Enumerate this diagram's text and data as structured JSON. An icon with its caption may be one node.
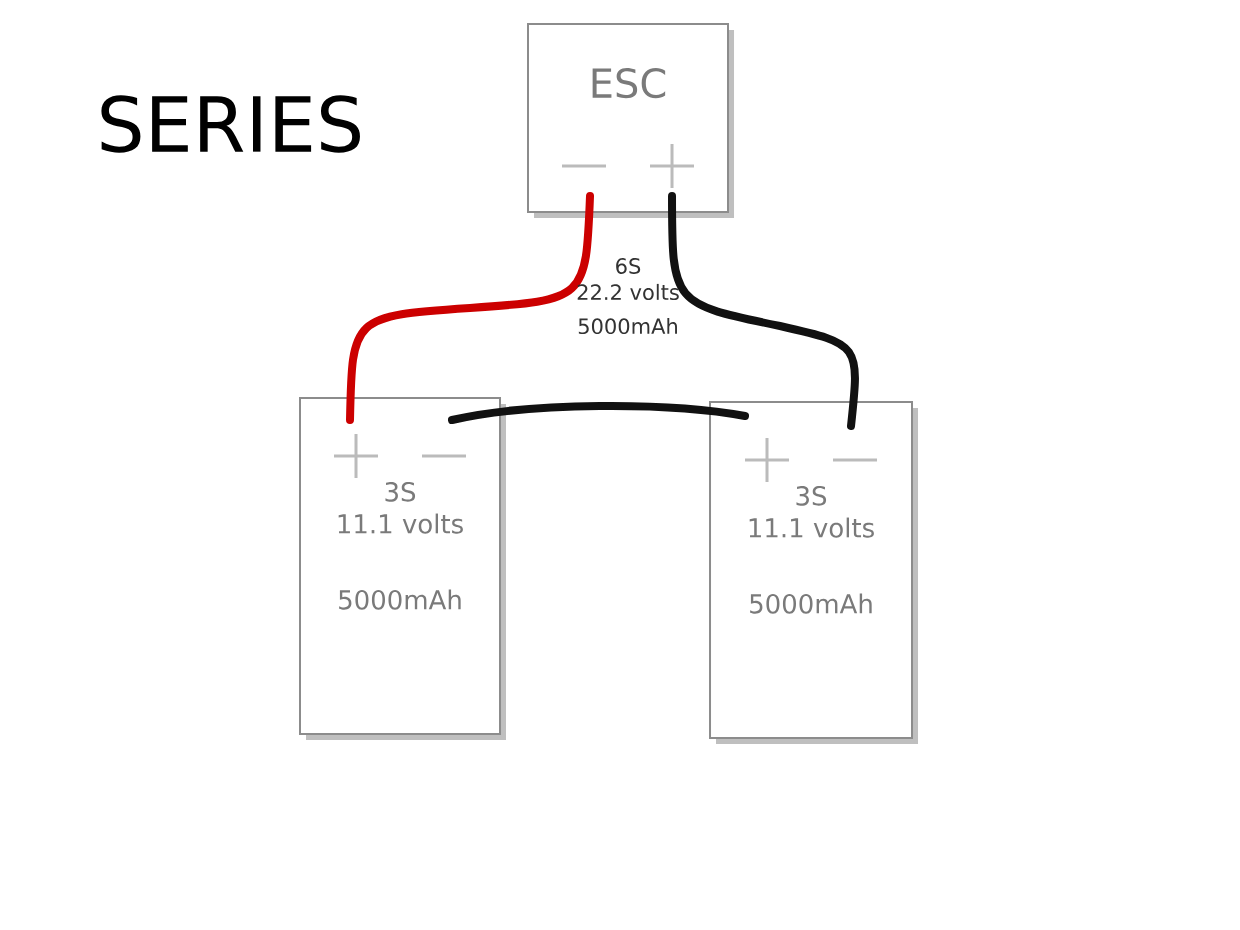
{
  "diagram": {
    "title": "SERIES",
    "nodes": [
      {
        "text": [
          "ESC"
        ]
      },
      {
        "text": [
          "3S",
          "11.1 volts",
          "5000mAh"
        ]
      },
      {
        "text": [
          "3S",
          "11.1 volts",
          "5000mAh"
        ]
      }
    ],
    "edges": [
      {
        "from": 0,
        "to": 1,
        "arrow": "none",
        "color": "#cc0000"
      },
      {
        "from": 0,
        "to": 2,
        "arrow": "none"
      },
      {
        "from": 1,
        "to": 2,
        "arrow": "none"
      }
    ],
    "labels": [
      "6S",
      "22.2 volts",
      "5000mAh"
    ]
  }
}
